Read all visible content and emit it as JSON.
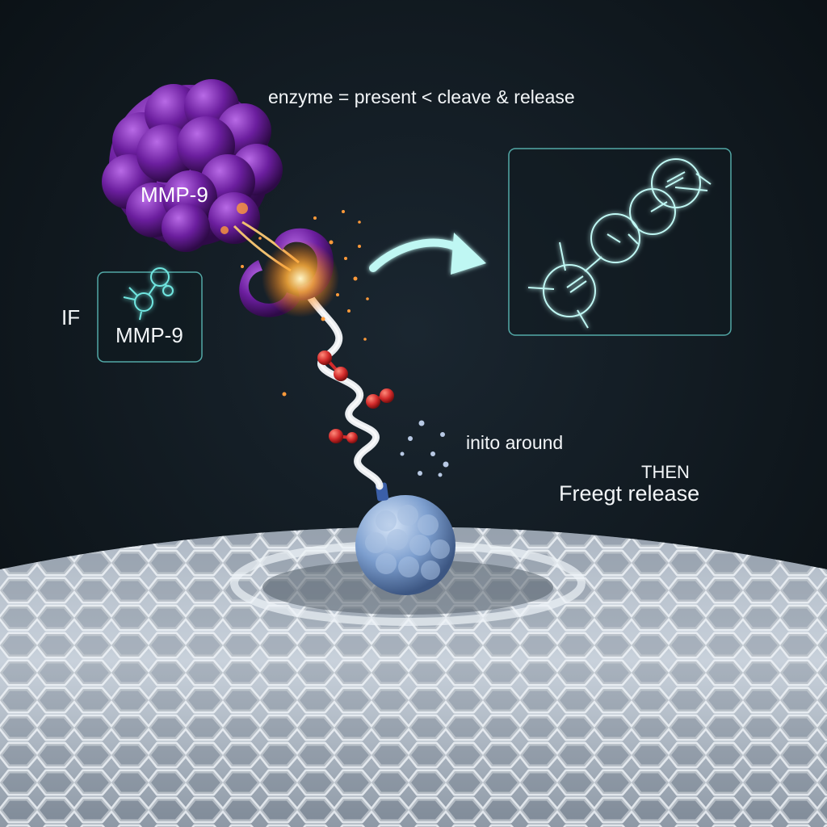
{
  "labels": {
    "caption": "enzyme = present < cleave & release",
    "enzyme": "MMP-9",
    "condition": "IF",
    "condition_enzyme": "MMP-9",
    "diffuse": "inito around",
    "then": "THEN",
    "outcome": "Freegt release"
  },
  "colors": {
    "background": "#0f161c",
    "enzyme": "#6b1e9e",
    "cleavage_glow": "#ffae3a",
    "linker": "#e9ecef",
    "payload_atoms": "#d22b2b",
    "nanoparticle": "#7d9fcf",
    "matrix": "#c5ced8",
    "outline_glow": "#6fe6e0"
  },
  "icons": [
    "molecule-icon",
    "arrow-icon",
    "molecule-structure-icon"
  ]
}
